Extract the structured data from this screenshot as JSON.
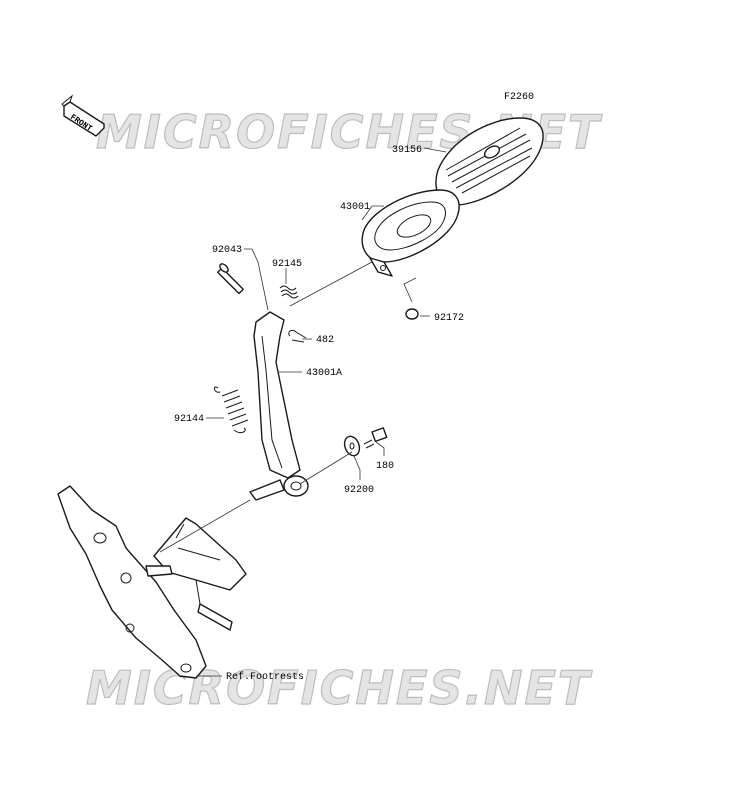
{
  "figure_code": "F2260",
  "watermark": "MICROFICHES.NET",
  "front_badge": "FRONT",
  "parts": [
    {
      "number": "39156"
    },
    {
      "number": "43001"
    },
    {
      "number": "92043"
    },
    {
      "number": "92145"
    },
    {
      "number": "92172"
    },
    {
      "number": "482"
    },
    {
      "number": "43001A"
    },
    {
      "number": "92144"
    },
    {
      "number": "180"
    },
    {
      "number": "92200"
    }
  ],
  "reference": "Ref.Footrests"
}
